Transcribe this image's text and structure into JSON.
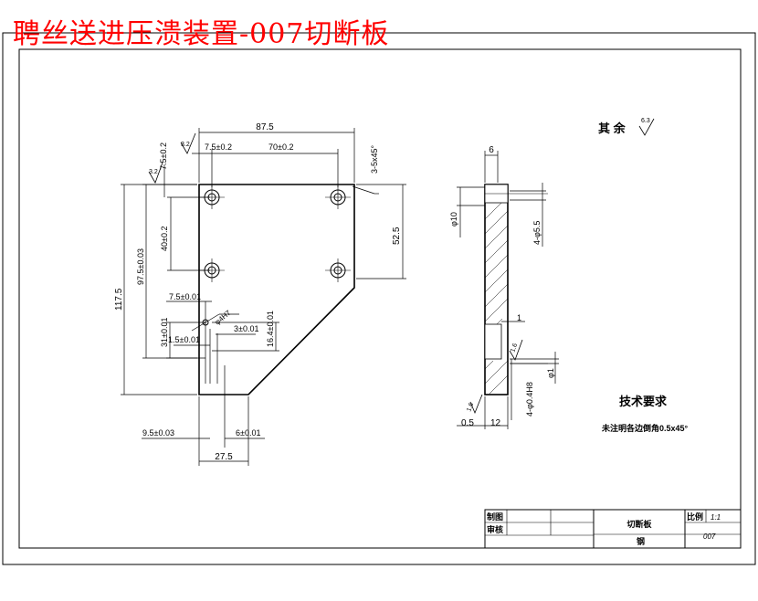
{
  "drawing": {
    "banner_title": "聘丝送进压溃装置-007切断板",
    "surface_note": "其 余",
    "surface_note_value": "6.3",
    "tech_title": "技术要求",
    "tech_note": "未注明各边倒角0.5x45°"
  },
  "front_view": {
    "dims": {
      "width_total": "87.5",
      "left_offset": "7.5±0.2",
      "hole_spacing_x": "70±0.2",
      "chamfer": "3-5x45°",
      "height_right": "52.5",
      "hole_spacing_y": "40±0.2",
      "top_offset": "7.5±0.2",
      "height_total": "117.5",
      "height_97": "97.5±0.03",
      "offset_7_5": "7.5±0.01",
      "hole_small": "φ4H7",
      "offset_3": "3±0.01",
      "height_16_4": "16.4±0.01",
      "height_31": "31±0.01",
      "offset_1_5": "1.5±0.01",
      "bottom_left": "9.5±0.03",
      "bottom_slot": "6±0.01",
      "bottom_width": "27.5"
    },
    "roughness": [
      "3.2",
      "3.2"
    ]
  },
  "side_view": {
    "dims": {
      "thickness_top": "6",
      "bore": "φ10",
      "holes": "4-φ5.5",
      "step": "1",
      "hole_small": "4-φ0.4H8",
      "dia_1": "φ1",
      "offset_0_5": "0.5",
      "thickness": "12"
    },
    "roughness": [
      "1.6",
      "1.6"
    ]
  },
  "title_block": {
    "drawn_label": "制图",
    "check_label": "审核",
    "part_name": "切断板",
    "scale_label": "比例",
    "scale_value": "1:1",
    "material": "钢",
    "drawing_no": "007"
  }
}
